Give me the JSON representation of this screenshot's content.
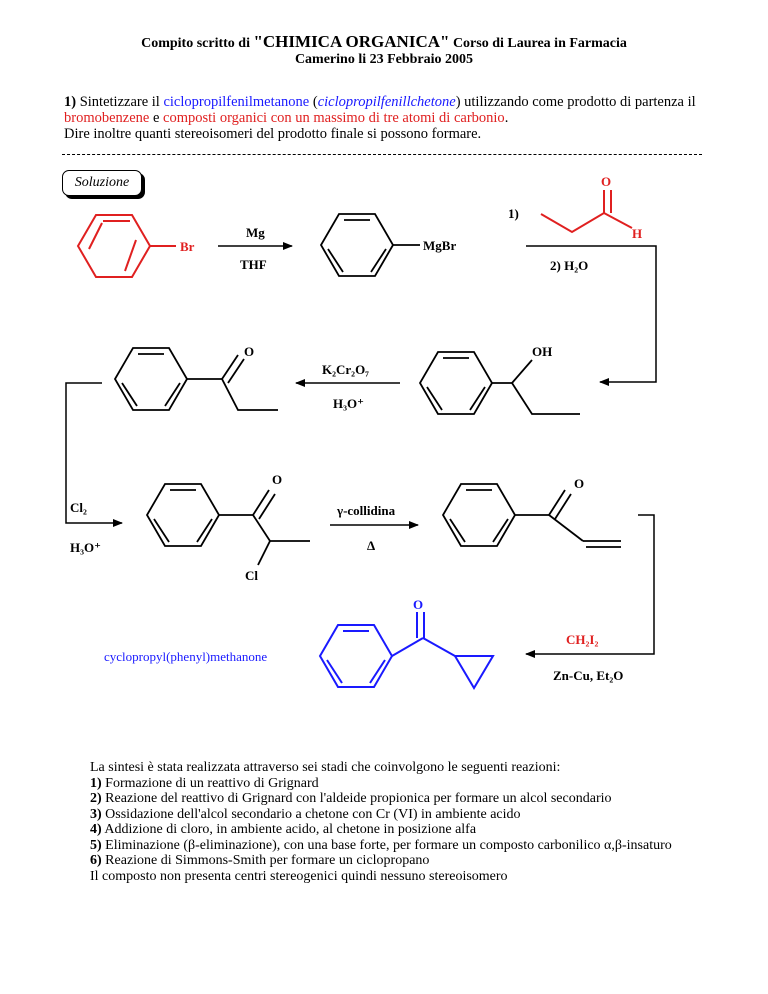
{
  "header": {
    "line1_pre": "Compito scritto di ",
    "line1_big": "\"CHIMICA ORGANICA\"",
    "line1_post": " Corso di Laurea in Farmacia",
    "line2": "Camerino li 23 Febbraio 2005"
  },
  "question": {
    "num": "1)",
    "t1": " Sintetizzare il ",
    "target": "ciclopropilfenilmetanone",
    "t2": " (",
    "target_alt": "ciclopropilfenillchetone",
    "t3": ") utilizzando come prodotto di partenza il ",
    "start": "bromobenzene",
    "t4": " e ",
    "constraint": "composti organici con un massimo di tre atomi di carbonio",
    "t5": ".",
    "line3": "Dire inoltre quanti stereoisomeri del prodotto finale si possono formare."
  },
  "solution_label": "Soluzione",
  "scheme": {
    "br": "Br",
    "mg": "Mg",
    "thf": "THF",
    "mgbr": "MgBr",
    "step1_num": "1)",
    "o": "O",
    "h": "H",
    "step2": "2) H₂O",
    "oh": "OH",
    "k2cr2o7": "K₂Cr₂O₇",
    "h3o": "H₃O⁺",
    "cl2": "Cl₂",
    "cl": "Cl",
    "collidina": "γ-collidina",
    "delta": "Δ",
    "ch2i2": "CH₂I₂",
    "zncu": "Zn-Cu, Et₂O",
    "product_name": "cyclopropyl(phenyl)methanone"
  },
  "summary": {
    "intro": "La sintesi è stata realizzata attraverso sei stadi che coinvolgono le seguenti reazioni:",
    "steps": [
      {
        "n": "1)",
        "t": " Formazione di un reattivo di Grignard"
      },
      {
        "n": "2)",
        "t": " Reazione del reattivo di Grignard con l'aldeide propionica per formare un alcol secondario"
      },
      {
        "n": "3)",
        "t": " Ossidazione dell'alcol secondario a chetone con Cr (VI) in ambiente acido"
      },
      {
        "n": "4)",
        "t": " Addizione di cloro, in ambiente acido, al chetone in posizione alfa"
      },
      {
        "n": "5)",
        "t": " Eliminazione (β-eliminazione), con una base forte, per formare un composto carbonilico α,β-insaturo"
      },
      {
        "n": "6)",
        "t": " Reazione di Simmons-Smith per formare un ciclopropano"
      }
    ],
    "conclusion": "Il composto non presenta centri stereogenici quindi nessuno stereoisomero"
  },
  "colors": {
    "red": "#e02020",
    "blue": "#1a1aff",
    "black": "#000000"
  }
}
